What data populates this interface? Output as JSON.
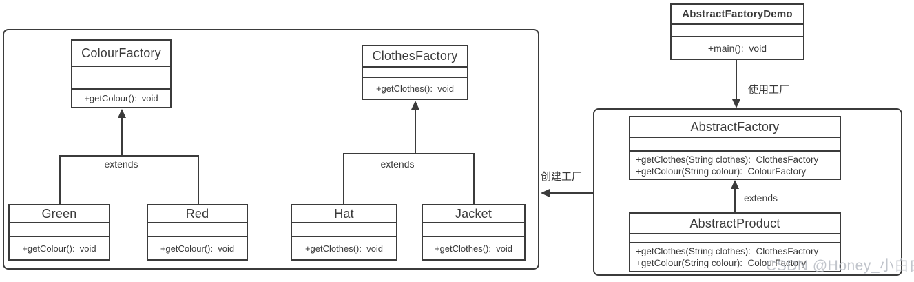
{
  "classes": {
    "colour_factory": {
      "name": "ColourFactory",
      "methods": [
        "+getColour():  void"
      ]
    },
    "clothes_factory": {
      "name": "ClothesFactory",
      "methods": [
        "+getClothes():  void"
      ]
    },
    "green": {
      "name": "Green",
      "methods": [
        "+getColour():  void"
      ]
    },
    "red": {
      "name": "Red",
      "methods": [
        "+getColour():  void"
      ]
    },
    "hat": {
      "name": "Hat",
      "methods": [
        "+getClothes():  void"
      ]
    },
    "jacket": {
      "name": "Jacket",
      "methods": [
        "+getClothes():  void"
      ]
    },
    "abstract_factory_demo": {
      "name": "AbstractFactoryDemo",
      "methods": [
        "+main():  void"
      ]
    },
    "abstract_factory": {
      "name": "AbstractFactory",
      "methods": [
        "+getClothes(String clothes):  ClothesFactory",
        "+getColour(String colour):  ColourFactory"
      ]
    },
    "abstract_product": {
      "name": "AbstractProduct",
      "methods": [
        "+getClothes(String clothes):  ClothesFactory",
        "+getColour(String colour):  ColourFactory"
      ]
    }
  },
  "labels": {
    "extends_colour_group": "extends",
    "extends_clothes_group": "extends",
    "extends_abstract": "extends",
    "use_factory": "使用工厂",
    "create_factory": "创建工厂"
  },
  "watermark": "CSDN @Honey_小白白",
  "colors": {
    "line": "#3b3b3b",
    "text": "#3a3a3a",
    "watermark": "#b6bac2",
    "background": "#ffffff"
  }
}
